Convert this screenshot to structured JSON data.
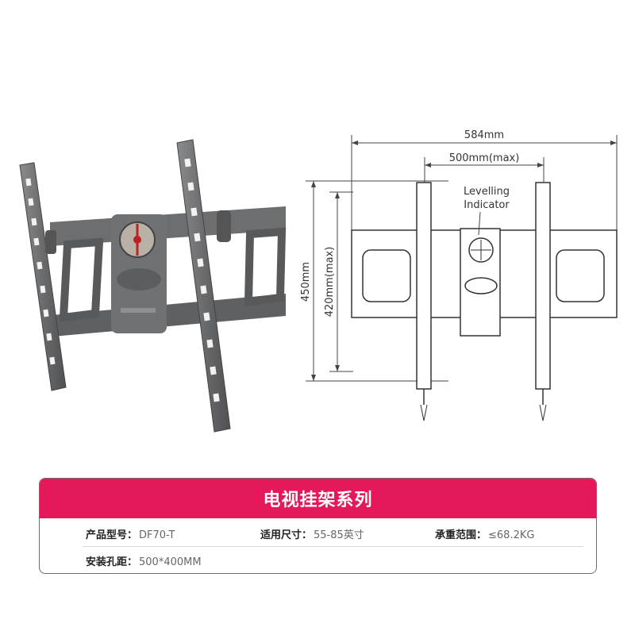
{
  "drawing": {
    "overall_width": "584mm",
    "hole_spacing_width": "500mm(max)",
    "overall_height": "450mm",
    "hole_spacing_height": "420mm(max)",
    "indicator_line1": "Levelling",
    "indicator_line2": "Indicator"
  },
  "card": {
    "title": "电视挂架系列",
    "specs": [
      {
        "label": "产品型号：",
        "value": "DF70-T"
      },
      {
        "label": "适用尺寸：",
        "value": "55-85英寸"
      },
      {
        "label": "承重范围：",
        "value": "≤68.2KG"
      },
      {
        "label": "安装孔距：",
        "value": "500*400MM"
      }
    ]
  },
  "colors": {
    "accent": "#e5195a",
    "metal": "#6f7072",
    "metal_dark": "#4a4b4d"
  }
}
